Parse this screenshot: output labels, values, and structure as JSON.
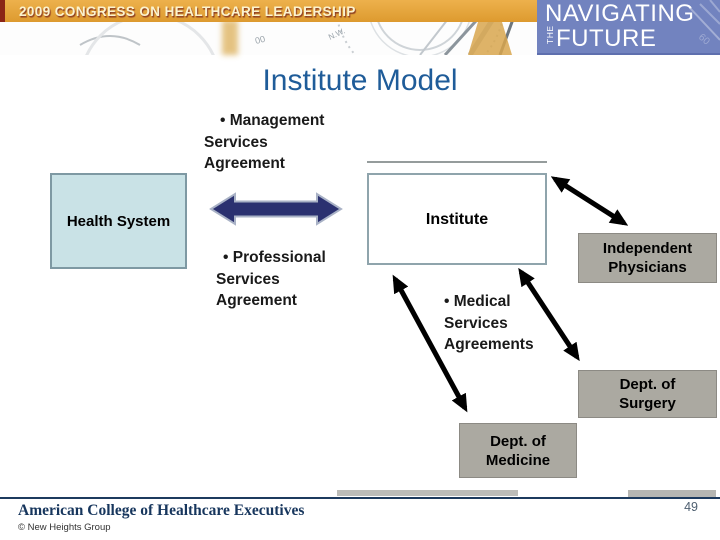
{
  "header": {
    "congress_title": "2009 CONGRESS ON HEALTHCARE LEADERSHIP",
    "brand_line1": "NAVIGATING",
    "brand_the": "THE",
    "brand_line2": "FUTURE",
    "compass_nw": "N.W.",
    "compass_00": "00",
    "ruler_60": "60",
    "colors": {
      "gold": "#E3A53E",
      "maroon": "#8B2516",
      "blue": "#7283BF"
    }
  },
  "slide": {
    "title": "Institute Model",
    "title_color": "#1F5C99"
  },
  "diagram": {
    "boxes": {
      "health_system": {
        "label": "Health System",
        "fill": "#C9E2E6"
      },
      "institute": {
        "label": "Institute",
        "fill": "#FFFFFF"
      },
      "independent_physicians": {
        "label": "Independent\nPhysicians",
        "fill": "#ABA9A1"
      },
      "dept_surgery": {
        "label": "Dept. of\nSurgery",
        "fill": "#ABA9A1"
      },
      "dept_medicine": {
        "label": "Dept. of\nMedicine",
        "fill": "#ABA9A1"
      }
    },
    "labels": {
      "management": "• Management\nServices\nAgreement",
      "professional": "• Professional\nServices\nAgreement",
      "medical": "• Medical\nServices\nAgreements"
    },
    "arrow_colors": {
      "primary": "#2B3170",
      "secondary": "#000000"
    }
  },
  "footer": {
    "organization": "American College of Healthcare Executives",
    "copyright": "© New Heights Group",
    "page_number": "49"
  }
}
